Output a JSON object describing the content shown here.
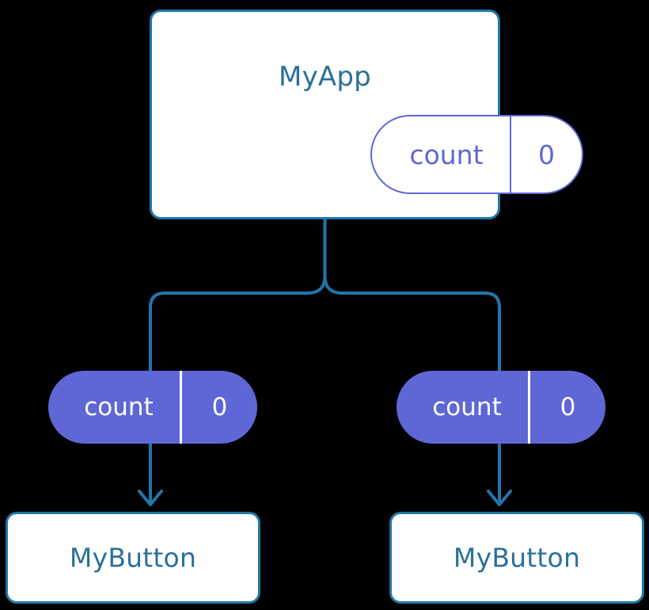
{
  "diagram": {
    "title": "MyApp component tree with count state",
    "type": "component-tree",
    "background_color": "#000000",
    "colors": {
      "node_border": "#2176ab",
      "node_fill": "#ffffff",
      "node_text": "#2a7099",
      "state_accent": "#5f67d6",
      "state_text_on_fill": "#ffffff",
      "connector": "#2176ab"
    }
  },
  "root": {
    "name": "root-component",
    "label": "MyApp",
    "state": {
      "key": "count",
      "value": "0"
    }
  },
  "children": [
    {
      "name": "child-left",
      "label": "MyButton",
      "prop": {
        "key": "count",
        "value": "0"
      }
    },
    {
      "name": "child-right",
      "label": "MyButton",
      "prop": {
        "key": "count",
        "value": "0"
      }
    }
  ],
  "connectors": {
    "fork_label": "parent-to-children-fork",
    "arrow_label": "prop-flow-arrow",
    "arrow_count": 2
  }
}
